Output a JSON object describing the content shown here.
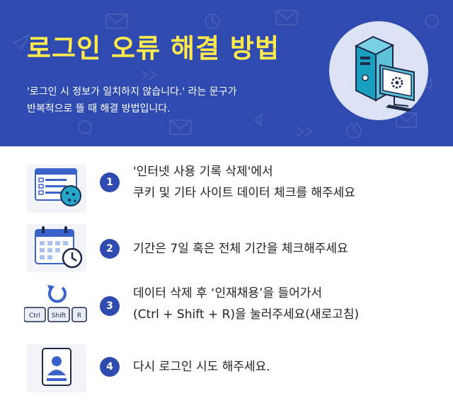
{
  "header": {
    "title": "로그인 오류 해결 방법",
    "subtitle_line1": "'로그인 시 정보가 일치하지 않습니다.' 라는 문구가",
    "subtitle_line2": "반복적으로 뜰 때 해결 방법입니다."
  },
  "steps": [
    {
      "number": "1",
      "line1": "'인터넷 사용 기록 삭제'에서",
      "line2": "쿠키 및 기타 사이트 데이터 체크를 해주세요",
      "icon": "browser-cookie-icon"
    },
    {
      "number": "2",
      "line1": "기간은 7일 혹은 전체 기간을 체크해주세요",
      "icon": "calendar-clock-icon"
    },
    {
      "number": "3",
      "line1": "데이터 삭제 후 ‘인재채용’을 들어가서",
      "line2": "(Ctrl + Shift + R)을 눌러주세요(새로고침)",
      "icon": "refresh-keys-icon"
    },
    {
      "number": "4",
      "line1": "다시 로그인 시도 해주세요.",
      "icon": "user-login-icon"
    }
  ],
  "keys": {
    "ctrl": "Ctrl",
    "shift": "Shift",
    "r": "R"
  },
  "colors": {
    "banner": "#2f4bb0",
    "title": "#ffe94d",
    "badge": "#2f4bb0",
    "accent": "#1b9fc0"
  }
}
